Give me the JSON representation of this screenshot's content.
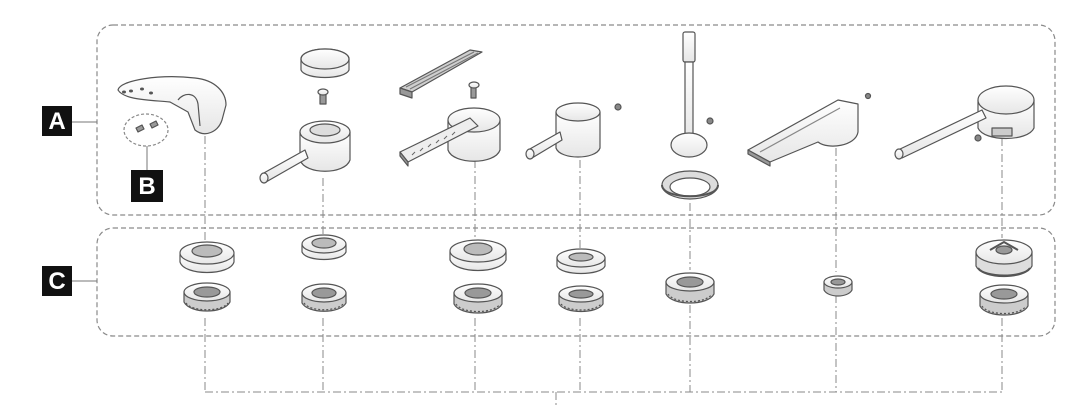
{
  "callouts": {
    "a": "A",
    "b": "B",
    "c": "C"
  },
  "colors": {
    "line": "#555555",
    "dash": "#888888",
    "callout_bg": "#111111",
    "callout_text": "#ffffff"
  }
}
